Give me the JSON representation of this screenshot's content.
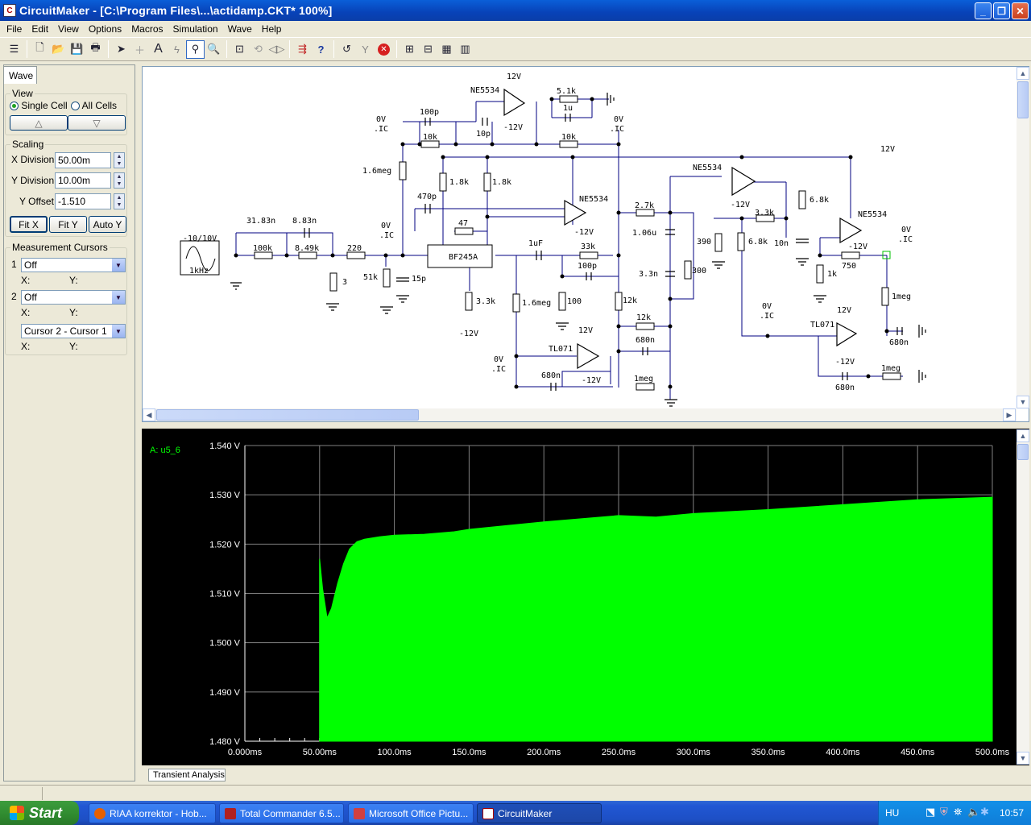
{
  "window": {
    "title": "CircuitMaker - [C:\\Program Files\\...\\actidamp.CKT* 100%]",
    "minimize": "_",
    "maximize": "❐",
    "close": "✕"
  },
  "menu": [
    "File",
    "Edit",
    "View",
    "Options",
    "Macros",
    "Simulation",
    "Wave",
    "Help"
  ],
  "panel": {
    "tab": "Wave",
    "view": {
      "label": "View",
      "single_cell": "Single Cell",
      "all_cells": "All Cells",
      "selected": "single_cell"
    },
    "scaling": {
      "label": "Scaling",
      "x_division_label": "X Division",
      "x_division": "50.00m",
      "y_division_label": "Y Division",
      "y_division": "10.00m",
      "y_offset_label": "Y Offset",
      "y_offset": "-1.510",
      "fit_x": "Fit X",
      "fit_y": "Fit Y",
      "auto_y": "Auto Y"
    },
    "cursors": {
      "label": "Measurement Cursors",
      "c1_index": "1",
      "c1_value": "Off",
      "c2_index": "2",
      "c2_value": "Off",
      "diff_value": "Cursor 2 - Cursor 1",
      "x_label": "X:",
      "y_label": "Y:"
    }
  },
  "schematic_labels": {
    "v12": "12V",
    "vneg12": "-12V",
    "v0": "0V",
    "ic": ".IC",
    "ne5534": "NE5534",
    "tl071": "TL071",
    "bf245a": "BF245A",
    "src1": "-10/10V",
    "src2": "1kHz",
    "r5_1k": "5.1k",
    "c1u": "1u",
    "c100p": "100p",
    "c10p": "10p",
    "r10k": "10k",
    "r1_6meg": "1.6meg",
    "r1_8k": "1.8k",
    "c470p": "470p",
    "r47": "47",
    "r2_7k": "2.7k",
    "c1_06u": "1.06u",
    "c3_3n": "3.3n",
    "r300": "300",
    "c31_83n": "31.83n",
    "c8_83n": "8.83n",
    "r100k": "100k",
    "r8_49k": "8.49k",
    "r220": "220",
    "r3": "3",
    "r51k": "51k",
    "c15p": "15p",
    "c1uF": "1uF",
    "r33k": "33k",
    "r3_3k": "3.3k",
    "r100": "100",
    "r12k": "12k",
    "c680n": "680n",
    "r1meg": "1meg",
    "r390": "390",
    "r6_8k": "6.8k",
    "c10n": "10n",
    "r750": "750",
    "r1k": "1k"
  },
  "waveform": {
    "trace_label": "A: u5_6",
    "trace_color": "#00ff00",
    "tab": "Transient Analysis"
  },
  "chart_data": {
    "type": "area",
    "series": [
      {
        "name": "A: u5_6",
        "x": [
          50,
          52,
          55,
          58,
          62,
          66,
          70,
          75,
          80,
          90,
          100,
          120,
          140,
          150,
          200,
          250,
          275,
          300,
          350,
          400,
          450,
          500
        ],
        "y": [
          1.517,
          1.511,
          1.505,
          1.507,
          1.512,
          1.516,
          1.519,
          1.5205,
          1.521,
          1.5215,
          1.5218,
          1.522,
          1.5225,
          1.523,
          1.5245,
          1.5258,
          1.5255,
          1.5262,
          1.527,
          1.528,
          1.529,
          1.5295
        ]
      }
    ],
    "xlabel": "",
    "ylabel": "",
    "xlim": [
      0,
      500
    ],
    "ylim": [
      1.48,
      1.54
    ],
    "x_ticks": [
      "0.000ms",
      "50.00ms",
      "100.0ms",
      "150.0ms",
      "200.0ms",
      "250.0ms",
      "300.0ms",
      "350.0ms",
      "400.0ms",
      "450.0ms",
      "500.0ms"
    ],
    "y_ticks": [
      "1.540 V",
      "1.530 V",
      "1.520 V",
      "1.510 V",
      "1.500 V",
      "1.490 V",
      "1.480 V"
    ],
    "grid": true,
    "background": "#000000",
    "grid_color": "#808080"
  },
  "taskbar": {
    "start": "Start",
    "tasks": [
      "RIAA korrektor - Hob...",
      "Total Commander 6.5...",
      "Microsoft Office Pictu...",
      "CircuitMaker"
    ],
    "lang": "HU",
    "clock": "10:57"
  }
}
